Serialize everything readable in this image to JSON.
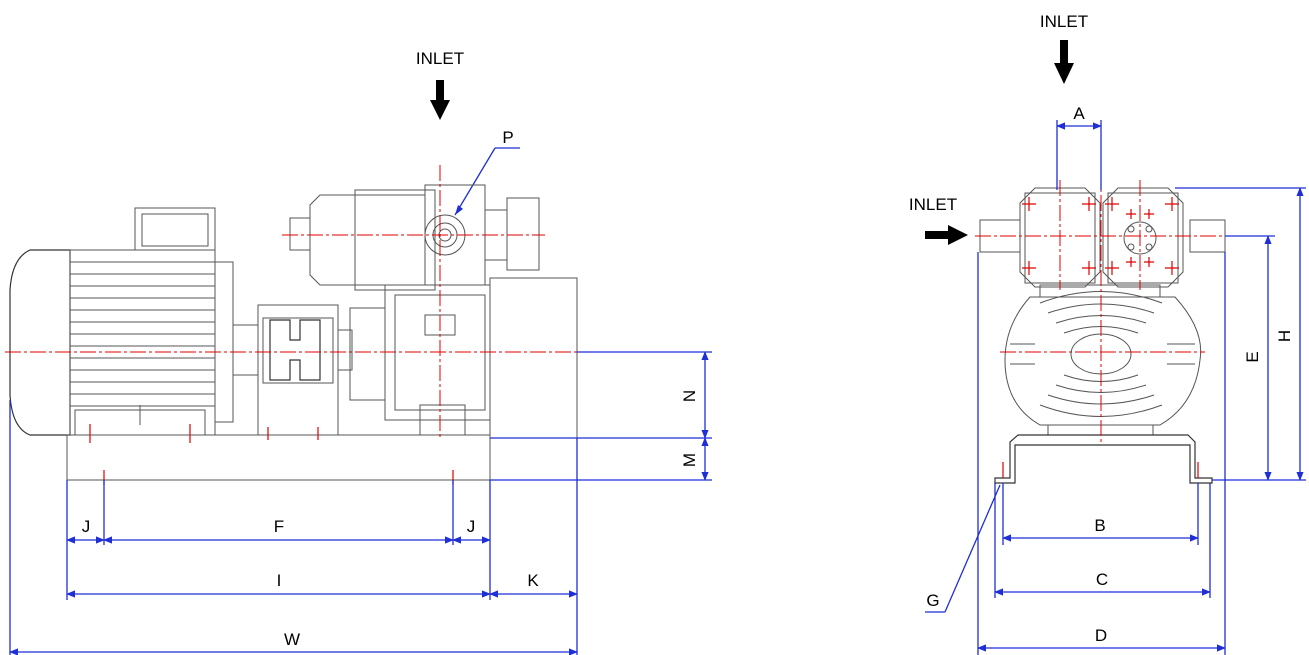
{
  "labels": {
    "inlet": "INLET",
    "p": "P",
    "n": "N",
    "m": "M",
    "j": "J",
    "f": "F",
    "i": "I",
    "k": "K",
    "w": "W",
    "a": "A",
    "b": "B",
    "c": "C",
    "d": "D",
    "e": "E",
    "g": "G",
    "h": "H"
  },
  "colors": {
    "dimension_line": "#1f2fd6",
    "centerline": "#e00000",
    "outline": "#555555"
  }
}
